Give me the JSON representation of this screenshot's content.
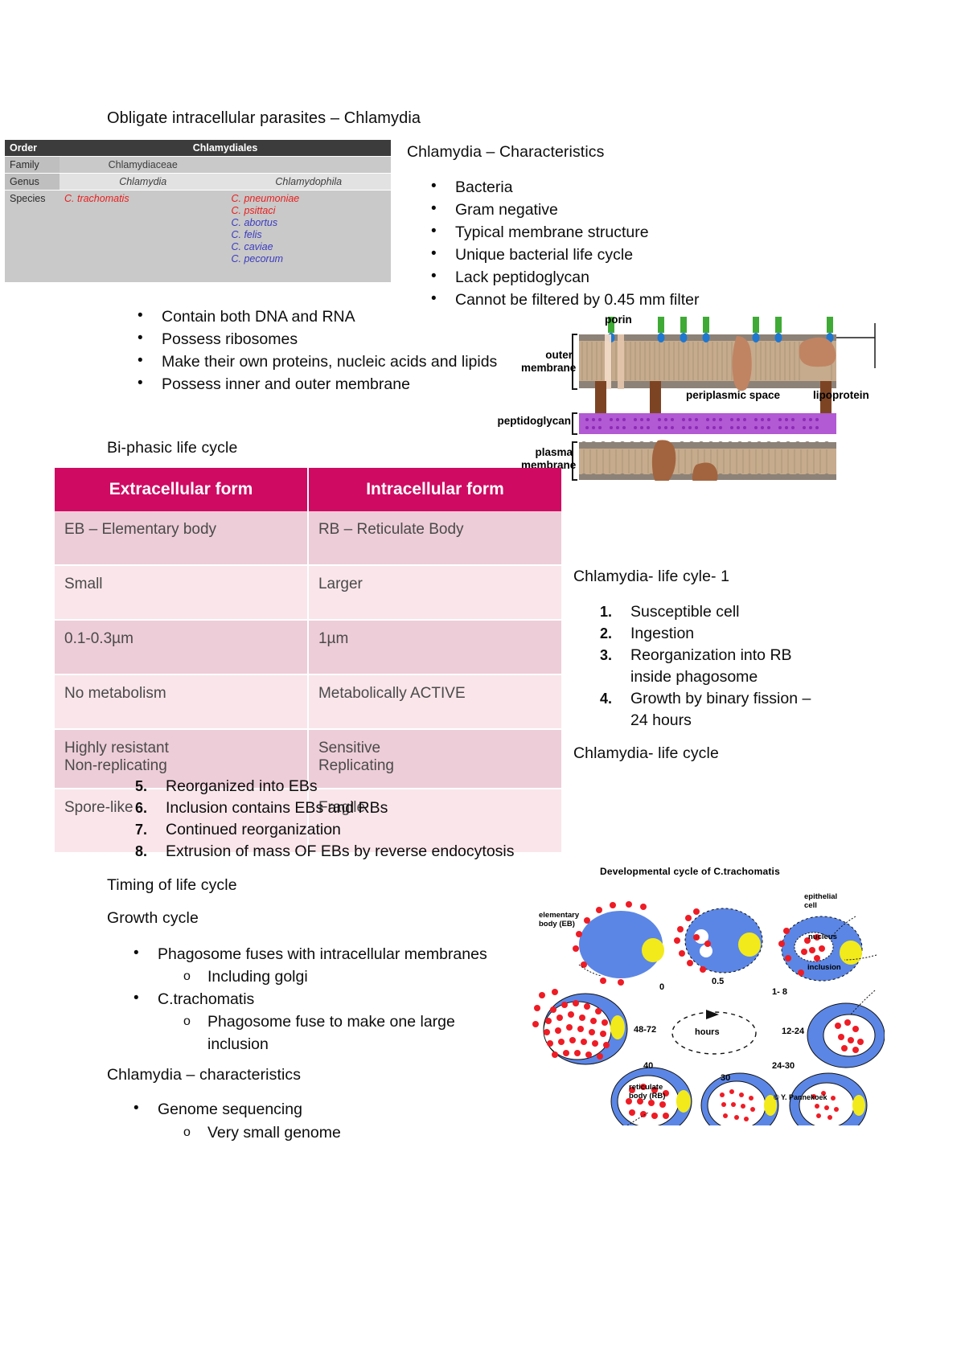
{
  "doc": {
    "title": "Obligate intracellular parasites – Chlamydia"
  },
  "taxonomy": {
    "rows": {
      "order_label": "Order",
      "order_value": "Chlamydiales",
      "family_label": "Family",
      "family_value": "Chlamydiaceae",
      "genus_label": "Genus",
      "genus_left": "Chlamydia",
      "genus_right": "Chlamydophila",
      "species_label": "Species",
      "species_left": [
        "C. trachomatis"
      ],
      "species_right": [
        {
          "name": "C. pneumoniae",
          "color": "#e8201f"
        },
        {
          "name": "C. psittaci",
          "color": "#e8201f"
        },
        {
          "name": "C. abortus",
          "color": "#3b3bbf"
        },
        {
          "name": "C. felis",
          "color": "#3b3bbf"
        },
        {
          "name": "C. caviae",
          "color": "#3b3bbf"
        },
        {
          "name": "C. pecorum",
          "color": "#3b3bbf"
        }
      ]
    }
  },
  "characteristics": {
    "heading": "Chlamydia – Characteristics",
    "items": [
      "Bacteria",
      "Gram negative",
      "Typical membrane structure",
      "Unique bacterial life cycle",
      "Lack peptidoglycan",
      "Cannot be filtered by 0.45 mm filter"
    ]
  },
  "properties": {
    "items": [
      "Contain both DNA and RNA",
      "Possess ribosomes",
      "Make their own proteins, nucleic acids and lipids",
      "Possess inner and outer membrane"
    ]
  },
  "membrane_diagram": {
    "labels": {
      "porin": "porin",
      "outer_membrane": "outer\nmembrane",
      "outer_membrane_l1": "outer",
      "outer_membrane_l2": "membrane",
      "periplasmic_space": "periplasmic space",
      "lipoprotein": "lipoprotein",
      "peptidoglycan": "peptidoglycan",
      "plasma_membrane_l1": "plasma",
      "plasma_membrane_l2": "membrane"
    },
    "colors": {
      "porin_green": "#3faa35",
      "porin_blue": "#1f77d0",
      "peptidoglycan_purple": "#b259d4",
      "protein_brown": "#8a4b28",
      "lipid_tan": "#c6ab8c",
      "head_grey": "#8d8277"
    }
  },
  "biphasic": {
    "heading": "Bi-phasic life cycle",
    "headers": [
      "Extracellular form",
      "Intracellular form"
    ],
    "rows": [
      {
        "extracellular": "EB – Elementary body",
        "intracellular": "RB – Reticulate Body"
      },
      {
        "extracellular": "Small",
        "intracellular": "Larger"
      },
      {
        "extracellular": "0.1-0.3µm",
        "intracellular": "1µm"
      },
      {
        "extracellular": "No metabolism",
        "intracellular": "Metabolically ACTIVE"
      },
      {
        "extracellular": "Highly resistant\nNon-replicating",
        "intracellular": "Sensitive\nReplicating"
      },
      {
        "extracellular": "Spore-like",
        "intracellular": "Fragile"
      }
    ],
    "header_color": "#cf0a62",
    "row_dark": "#edcdd8",
    "row_light": "#f9e5ea"
  },
  "lifecycle1": {
    "heading": "Chlamydia- life cyle- 1",
    "items": [
      "Susceptible cell",
      "Ingestion",
      "Reorganization into RB inside phagosome",
      "Growth by binary fission – 24 hours"
    ]
  },
  "lifecycle2": {
    "heading": "Chlamydia- life cycle",
    "items": [
      "Reorganized into EBs",
      "Inclusion contains EBs and RBs",
      "Continued reorganization",
      "Extrusion of mass OF EBs by reverse endocytosis"
    ]
  },
  "timing": {
    "heading": "Timing of life cycle"
  },
  "growth": {
    "heading": "Growth cycle",
    "items": [
      {
        "text": "Phagosome fuses with intracellular membranes",
        "sub": [
          "Including golgi"
        ]
      },
      {
        "text": "C.trachomatis",
        "sub": [
          "Phagosome fuse to make one large inclusion"
        ]
      }
    ]
  },
  "characteristics2": {
    "heading": "Chlamydia – characteristics",
    "items": [
      {
        "text": "Genome sequencing",
        "sub": [
          "Very small genome"
        ]
      }
    ]
  },
  "devcycle": {
    "title": "Developmental cycle of C.trachomatis",
    "labels": {
      "elementary_body_l1": "elementary",
      "elementary_body_l2": "body (EB)",
      "reticulate_body_l1": "reticulate",
      "reticulate_body_l2": "body (RB)",
      "epithelial_cell_l1": "epithelial",
      "epithelial_cell_l2": "cell",
      "nucleus": "nucleus",
      "inclusion": "inclusion",
      "hours": "hours",
      "credit": "© Y. Pannekoek"
    },
    "timepoints": [
      "0",
      "0.5",
      "1- 8",
      "12-24",
      "24-30",
      "30",
      "40",
      "48-72"
    ],
    "colors": {
      "cell_blue": "#5b86e5",
      "nucleus_yellow": "#f2ea1a",
      "particle_red": "#ee1c25"
    }
  }
}
